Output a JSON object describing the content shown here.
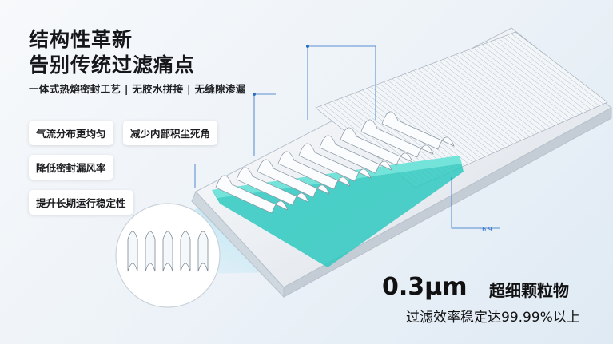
{
  "headline": {
    "line1": "结构性革新",
    "line2": "告别传统过滤痛点"
  },
  "subtitle": "一体式热熔密封工艺 | 无胶水拼接 | 无缝隙渗漏",
  "features": [
    {
      "label": "气流分布更均匀"
    },
    {
      "label": "减少内部积尘死角"
    },
    {
      "label": "降低密封漏风率"
    },
    {
      "label": "提升长期运行稳定性"
    }
  ],
  "spec": {
    "particle_size": "0.3μm",
    "particle_label": "超细颗粒物",
    "efficiency_text": "过滤效率稳定达99.99%以上"
  },
  "dimension_label": "16.9",
  "colors": {
    "accent_cyan": "#2ec9c0",
    "callout_blue": "#2a6fc4",
    "airflow": "#7fd9f0"
  }
}
